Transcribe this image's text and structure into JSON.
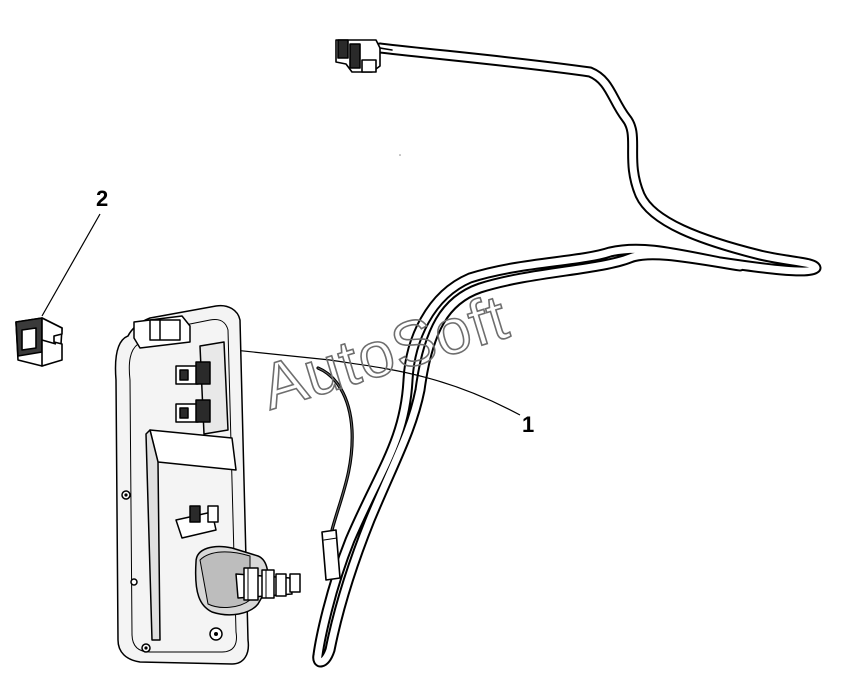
{
  "callouts": [
    {
      "id": "1",
      "label": "1"
    },
    {
      "id": "2",
      "label": "2"
    }
  ],
  "watermark": "AutoSoft",
  "colors": {
    "line": "#000000",
    "fill_light": "#f0f0f0",
    "fill_dark": "#3a3a3a",
    "watermark": "#6e6e6e"
  }
}
